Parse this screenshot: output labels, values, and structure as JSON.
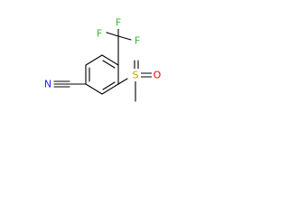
{
  "molecule": {
    "atoms": {
      "f_top_left": "F",
      "f_top_right": "F",
      "f_side": "F",
      "sulfur": "S",
      "oxygen": "O",
      "nitrogen": "N"
    },
    "colors": {
      "bond": "#000000",
      "fluorine": "#33bb33",
      "sulfur": "#c8a000",
      "oxygen": "#ff0000",
      "nitrogen": "#2222ff"
    }
  }
}
